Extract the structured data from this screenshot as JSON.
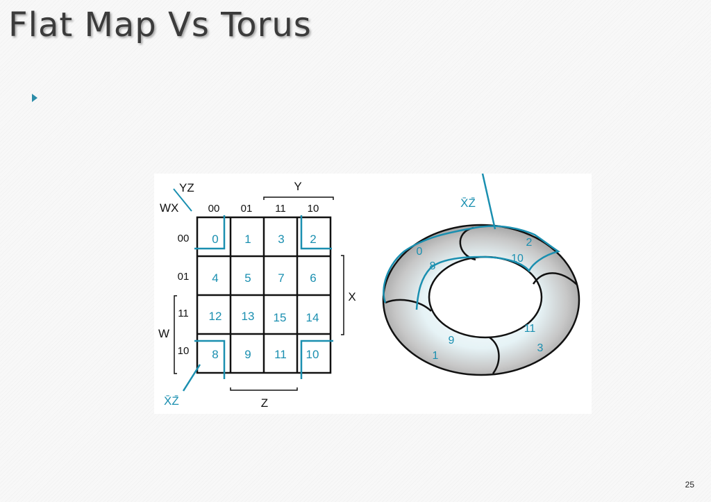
{
  "slide": {
    "title": "Flat Map Vs Torus",
    "page_number": "25"
  },
  "kmap": {
    "corner_top": "YZ",
    "corner_left": "WX",
    "column_labels": [
      "00",
      "01",
      "11",
      "10"
    ],
    "row_labels": [
      "00",
      "01",
      "11",
      "10"
    ],
    "cells": [
      [
        "0",
        "1",
        "3",
        "2"
      ],
      [
        "4",
        "5",
        "7",
        "6"
      ],
      [
        "12",
        "13",
        "15",
        "14"
      ],
      [
        "8",
        "9",
        "11",
        "10"
      ]
    ],
    "bracket_y": "Y",
    "bracket_x": "X",
    "bracket_w": "W",
    "bracket_z": "Z",
    "term_label": "X̄Z̄"
  },
  "torus": {
    "term_label": "X̄Z̄",
    "labels": [
      "0",
      "2",
      "8",
      "10",
      "9",
      "1",
      "11",
      "3"
    ]
  },
  "colors": {
    "accent": "#1a8fb0",
    "line": "#111111",
    "bullet": "#2b8ca8"
  }
}
